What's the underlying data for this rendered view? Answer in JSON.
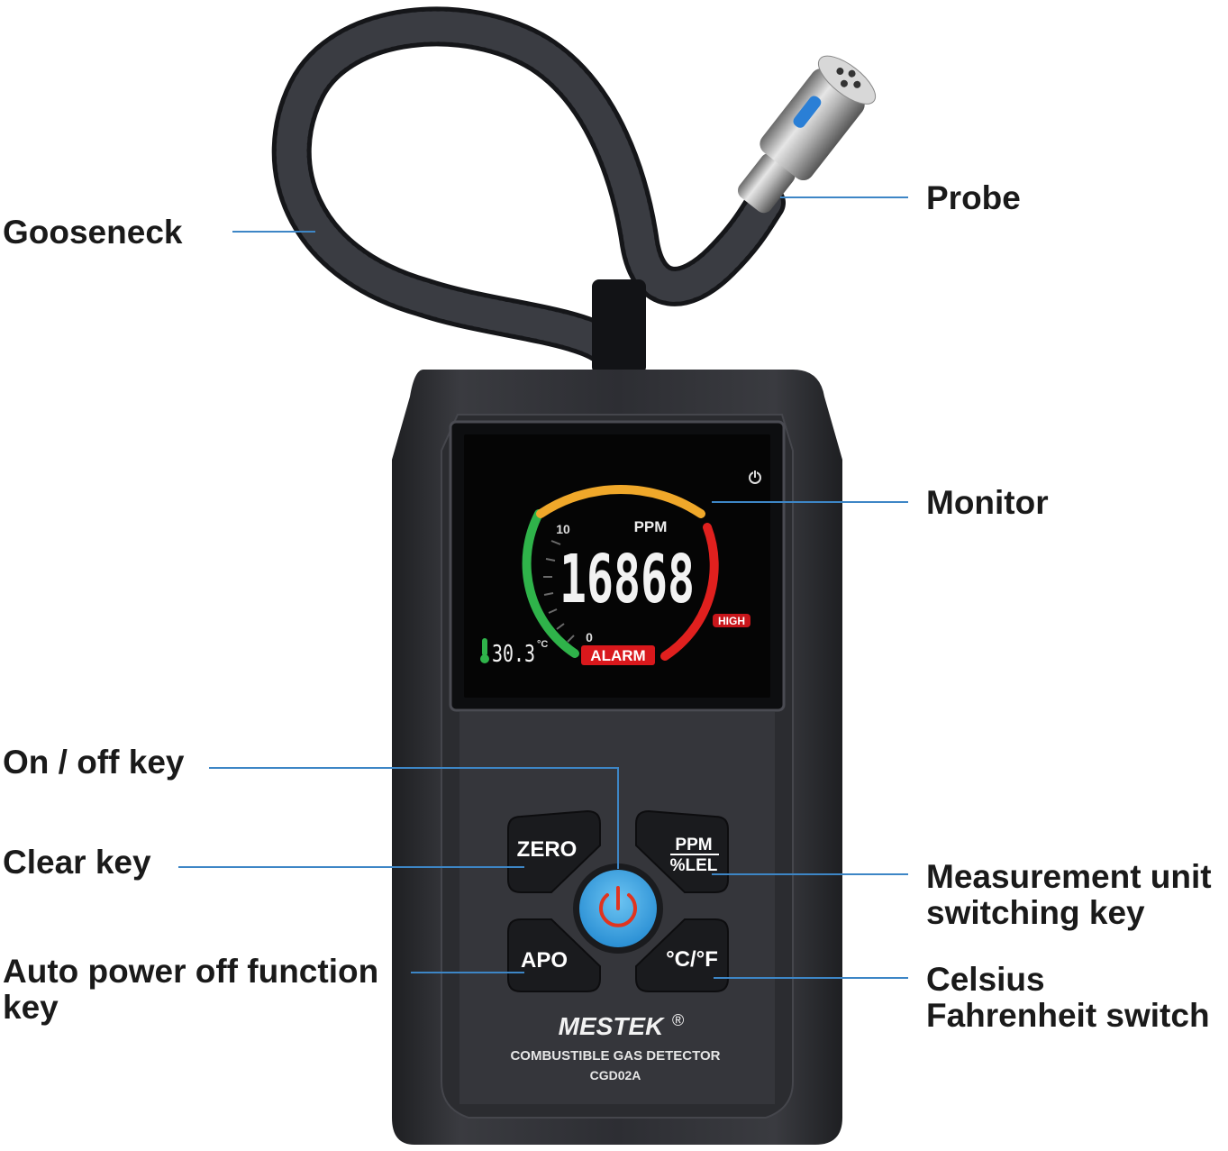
{
  "callouts": {
    "gooseneck": "Gooseneck",
    "probe": "Probe",
    "monitor": "Monitor",
    "on_off_key": "On / off key",
    "clear_key": "Clear key",
    "measurement_unit": [
      "Measurement unit",
      "switching key"
    ],
    "auto_power_off": [
      "Auto power off function",
      "key"
    ],
    "celsius_fahrenheit": [
      "Celsius",
      "Fahrenheit switch"
    ]
  },
  "display": {
    "unit": "PPM",
    "reading": "16868",
    "scale_max": "10",
    "scale_min": "0",
    "temperature": "30.3",
    "temperature_unit": "°C",
    "high_badge": "HIGH",
    "alarm_badge": "ALARM",
    "power_indicator": "power-icon"
  },
  "keys": {
    "zero": "ZERO",
    "ppm": "PPM",
    "lel": "%LEL",
    "apo": "APO",
    "temp": "°C/°F",
    "power": "power-icon"
  },
  "branding": {
    "brand": "MESTEK",
    "registered": "®",
    "product": "COMBUSTIBLE GAS DETECTOR",
    "model": "CGD02A"
  },
  "colors": {
    "leader_line": "#3d86c6",
    "gauge_green": "#2fb34a",
    "gauge_orange": "#f0a82a",
    "gauge_red": "#e0201e",
    "power_button": "#3aa6e8",
    "body": "#2b2c30"
  }
}
